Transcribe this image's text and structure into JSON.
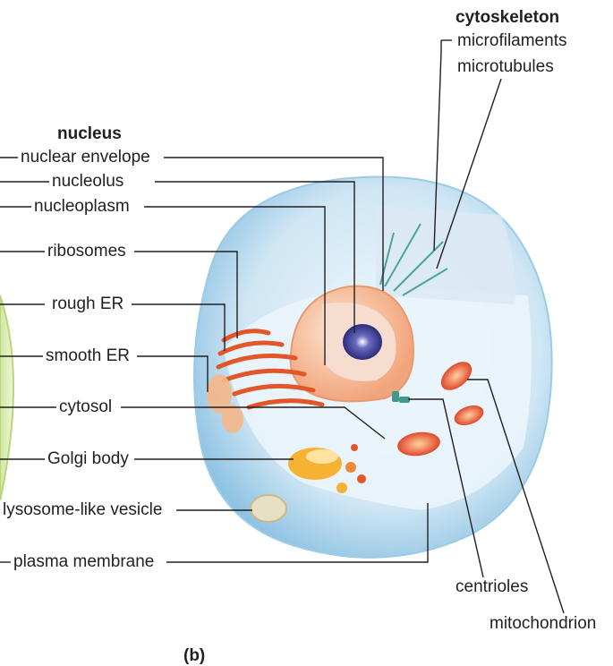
{
  "groups": {
    "cytoskeleton": "cytoskeleton",
    "nucleus": "nucleus"
  },
  "labels": {
    "microfilaments": "microfilaments",
    "microtubules": "microtubules",
    "nuclear_envelope": "nuclear envelope",
    "nucleolus": "nucleolus",
    "nucleoplasm": "nucleoplasm",
    "ribosomes": "ribosomes",
    "rough_er": "rough ER",
    "smooth_er": "smooth ER",
    "cytosol": "cytosol",
    "golgi_body": "Golgi body",
    "lysosome_like_vesicle": "lysosome-like vesicle",
    "plasma_membrane": "plasma membrane",
    "centrioles": "centrioles",
    "mitochondrion": "mitochondrion"
  },
  "panel_label": "(b)",
  "colors": {
    "cell_body": "#cfe6f4",
    "cell_interior": "#eaf4fb",
    "nucleus": "#f6c9a6",
    "nucleolus": "#3a3a8c",
    "rough_er": "#e2562a",
    "golgi": "#f5b233",
    "mitochondria": "#e8502a",
    "leader_line": "#231f20"
  }
}
